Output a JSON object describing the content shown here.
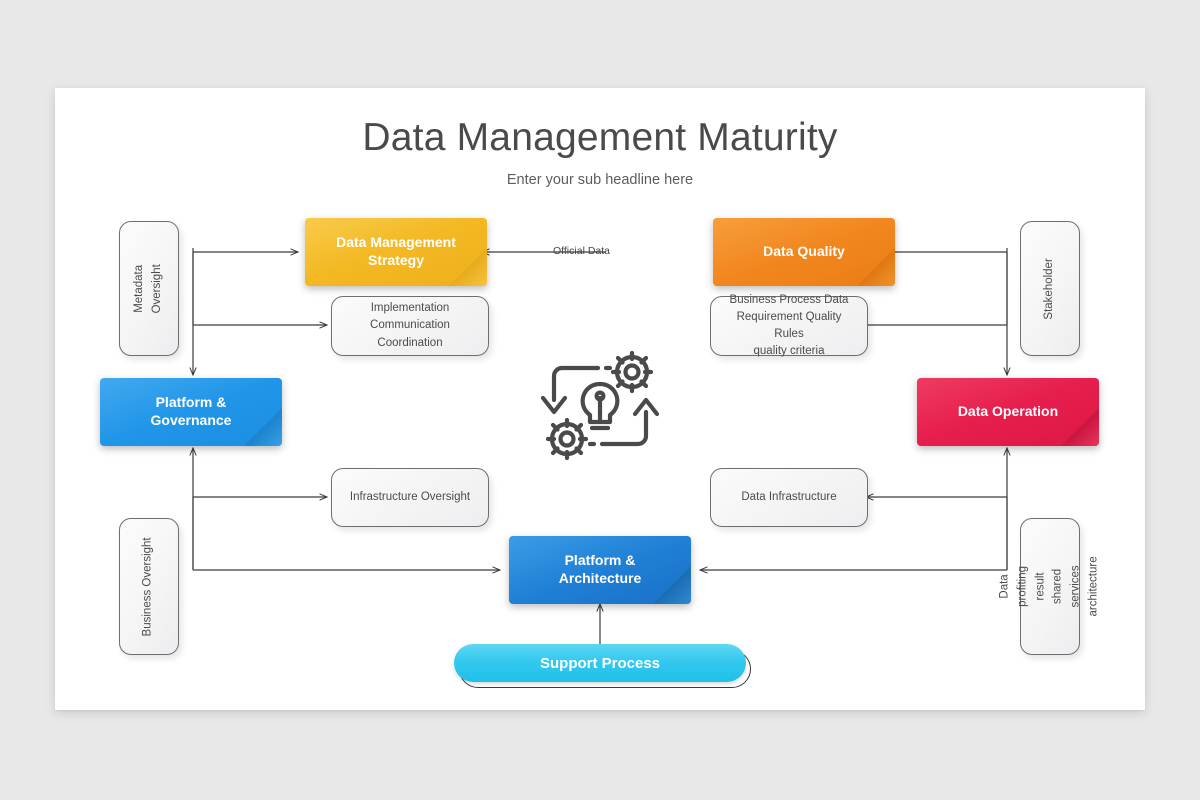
{
  "slide": {
    "title": "Data Management Maturity",
    "subtitle": "Enter your sub headline here",
    "background": "#e9e8e9",
    "card_background": "#ffffff"
  },
  "nodes": {
    "data_management_strategy": {
      "label": "Data Management\nStrategy",
      "color": "#f3b822",
      "type": "ribbon"
    },
    "data_quality": {
      "label": "Data Quality",
      "color": "#f2871f",
      "type": "ribbon"
    },
    "platform_governance": {
      "label": "Platform &\nGovernance",
      "color": "#2196e8",
      "type": "ribbon"
    },
    "data_operation": {
      "label": "Data Operation",
      "color": "#e61e4d",
      "type": "ribbon"
    },
    "platform_architecture": {
      "label": "Platform &\nArchitecture",
      "color": "#1f7fd4",
      "type": "ribbon"
    },
    "support_process": {
      "label": "Support Process",
      "color": "#33c9ef",
      "type": "capsule"
    }
  },
  "detail_cards": {
    "implementation": "Implementation\nCommunication Coordination",
    "business_process": "Business Process Data\nRequirement Quality Rules\nquality criteria",
    "infrastructure_oversight": "Infrastructure Oversight",
    "data_infrastructure": "Data Infrastructure"
  },
  "side_labels": {
    "metadata_oversight": "Metadata\nOversight",
    "stakeholder": "Stakeholder",
    "business_oversight": "Business Oversight",
    "data_profiting": "Data profiting result\nshared services\narchitecture"
  },
  "connector_labels": {
    "official_data": "Official Data"
  },
  "center_icon": {
    "name": "process-innovation-icon",
    "elements": [
      "lightbulb",
      "gear",
      "gear",
      "arrow-down",
      "arrow-up"
    ],
    "color": "#4a4a4a"
  }
}
